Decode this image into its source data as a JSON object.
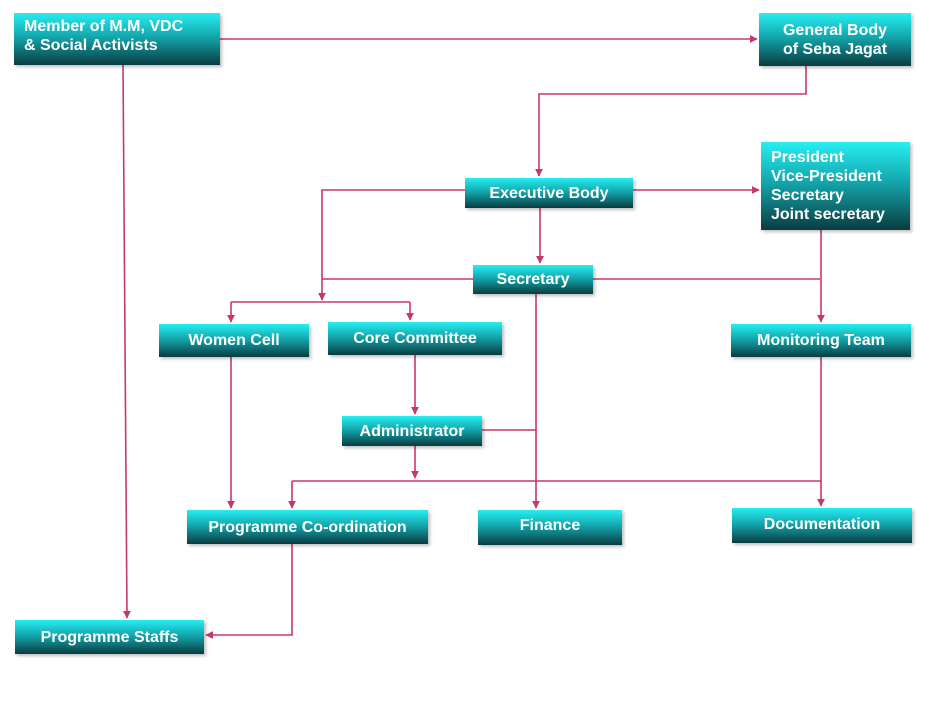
{
  "colors": {
    "connector": "#c8366e",
    "box_top": "#27eef2",
    "box_bottom": "#0a3c40",
    "text": "#ffffff"
  },
  "nodes": {
    "member": {
      "lines": [
        "Member of M.M, VDC",
        "& Social Activists"
      ]
    },
    "general_body": {
      "lines": [
        "General Body",
        "of Seba Jagat"
      ]
    },
    "officers": {
      "lines": [
        "President",
        "Vice-President",
        "Secretary",
        "Joint secretary"
      ]
    },
    "executive_body": {
      "label": "Executive Body"
    },
    "secretary": {
      "label": "Secretary"
    },
    "women_cell": {
      "label": "Women Cell"
    },
    "core_committee": {
      "label": "Core Committee"
    },
    "monitoring_team": {
      "label": "Monitoring Team"
    },
    "administrator": {
      "label": "Administrator"
    },
    "programme_coordination": {
      "label": "Programme Co-ordination"
    },
    "finance": {
      "label": "Finance"
    },
    "documentation": {
      "label": "Documentation"
    },
    "programme_staffs": {
      "label": "Programme Staffs"
    }
  }
}
